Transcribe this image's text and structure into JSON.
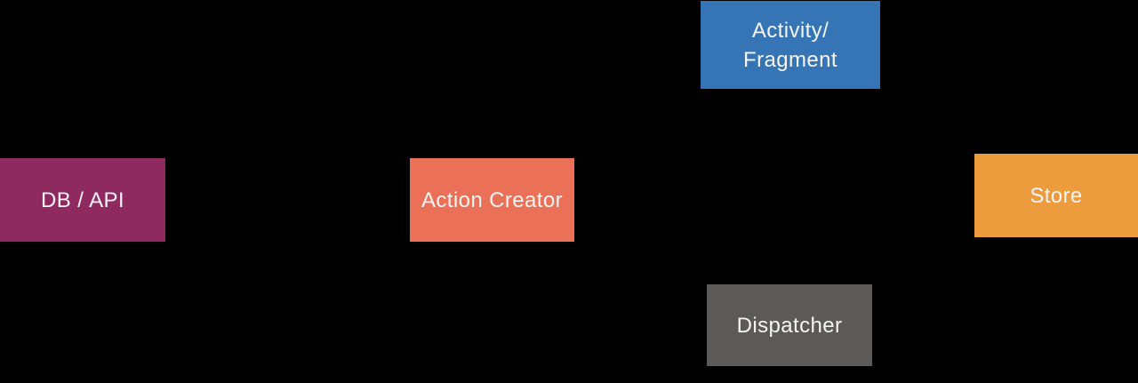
{
  "diagram": {
    "background_color": "#000000",
    "text_color": "#f7f4f5",
    "nodes": {
      "activity_fragment": {
        "label": "Activity/\nFragment",
        "color": "#3575b6"
      },
      "db_api": {
        "label": "DB / API",
        "color": "#8e2a60"
      },
      "action_creator": {
        "label": "Action Creator",
        "color": "#ea7158"
      },
      "store": {
        "label": "Store",
        "color": "#ec9b3d"
      },
      "dispatcher": {
        "label": "Dispatcher",
        "color": "#5c5959"
      }
    }
  }
}
